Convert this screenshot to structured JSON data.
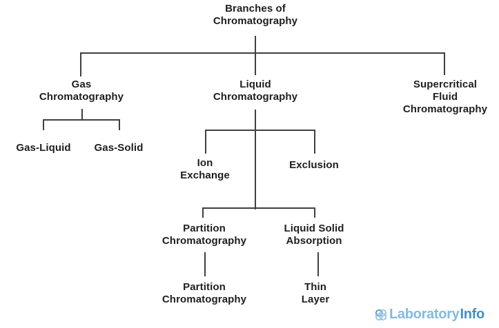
{
  "diagram": {
    "root": {
      "label": "Branches of\nChromatography"
    },
    "branches": [
      {
        "label": "Gas\nChromatography",
        "children": [
          {
            "label": "Gas-Liquid"
          },
          {
            "label": "Gas-Solid"
          }
        ]
      },
      {
        "label": "Liquid\nChromatography",
        "children": [
          {
            "label": "Ion\nExchange"
          },
          {
            "label": "Exclusion"
          }
        ],
        "subgroups": [
          {
            "label": "Partition\nChromatography",
            "child": {
              "label": "Partition\nChromatography"
            }
          },
          {
            "label": "Liquid Solid\nAbsorption",
            "child": {
              "label": "Thin\nLayer"
            }
          }
        ]
      },
      {
        "label": "Supercritical\nFluid\nChromatography"
      }
    ]
  },
  "logo": {
    "icon": "molecule-flower-icon",
    "text_primary": "Laboratory",
    "text_secondary": "Info",
    "color_primary": "#82b9e2",
    "color_secondary": "#3f90c9"
  },
  "colors": {
    "line": "#3f3f3f",
    "text": "#1e1e1e",
    "background": "#ffffff"
  }
}
